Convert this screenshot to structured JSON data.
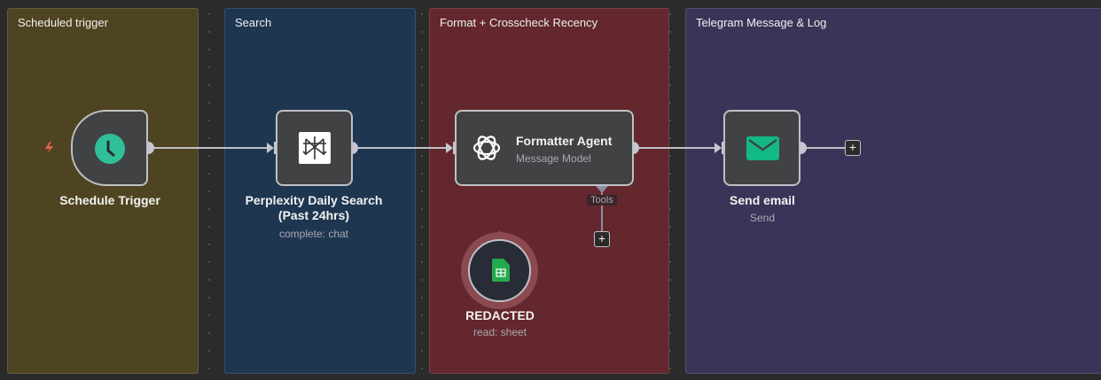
{
  "stickies": [
    {
      "title": "Scheduled trigger",
      "color": "#4f4421"
    },
    {
      "title": "Search",
      "color": "#1f3650"
    },
    {
      "title": "Format + Crosscheck Recency",
      "color": "#63272d"
    },
    {
      "title": "Telegram Message & Log",
      "color": "#3a3558"
    }
  ],
  "nodes": {
    "schedule": {
      "name": "Schedule Trigger",
      "icon": "clock-icon"
    },
    "perplexity": {
      "name_line1": "Perplexity Daily Search",
      "name_line2": "(Past 24hrs)",
      "subtitle": "complete: chat",
      "icon": "perplexity-icon"
    },
    "formatter": {
      "name": "Formatter Agent",
      "subtitle": "Message Model",
      "icon": "openai-icon",
      "tools_label": "Tools"
    },
    "sheet": {
      "name": "REDACTED",
      "subtitle": "read: sheet",
      "icon": "google-sheets-icon"
    },
    "email": {
      "name": "Send email",
      "subtitle": "Send",
      "icon": "email-icon"
    }
  },
  "add_label": "+"
}
